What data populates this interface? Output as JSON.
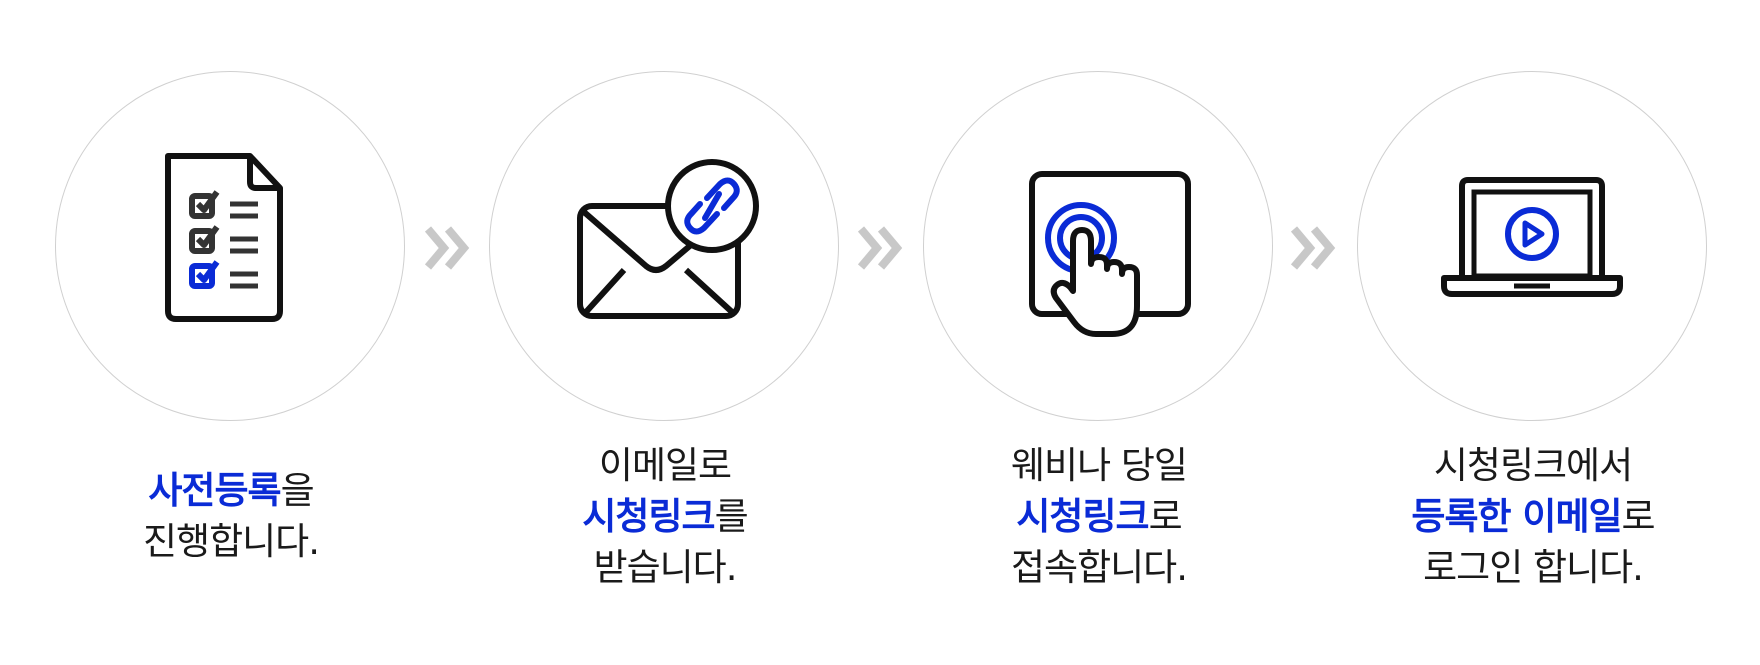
{
  "accent_color": "#0a2bd6",
  "steps": [
    {
      "icon": "checklist-document-icon",
      "lines": [
        {
          "hl": "사전등록",
          "rest": "을"
        },
        {
          "text": "진행합니다."
        }
      ]
    },
    {
      "icon": "email-link-icon",
      "lines": [
        {
          "text": "이메일로"
        },
        {
          "hl": "시청링크",
          "rest": "를"
        },
        {
          "text": "받습니다."
        }
      ]
    },
    {
      "icon": "touch-screen-icon",
      "lines": [
        {
          "text": "웨비나 당일"
        },
        {
          "hl": "시청링크",
          "rest": "로"
        },
        {
          "text": "접속합니다."
        }
      ]
    },
    {
      "icon": "laptop-play-icon",
      "lines": [
        {
          "text": "시청링크에서"
        },
        {
          "hl": "등록한 이메일",
          "rest": "로"
        },
        {
          "text": "로그인 합니다."
        }
      ]
    }
  ]
}
